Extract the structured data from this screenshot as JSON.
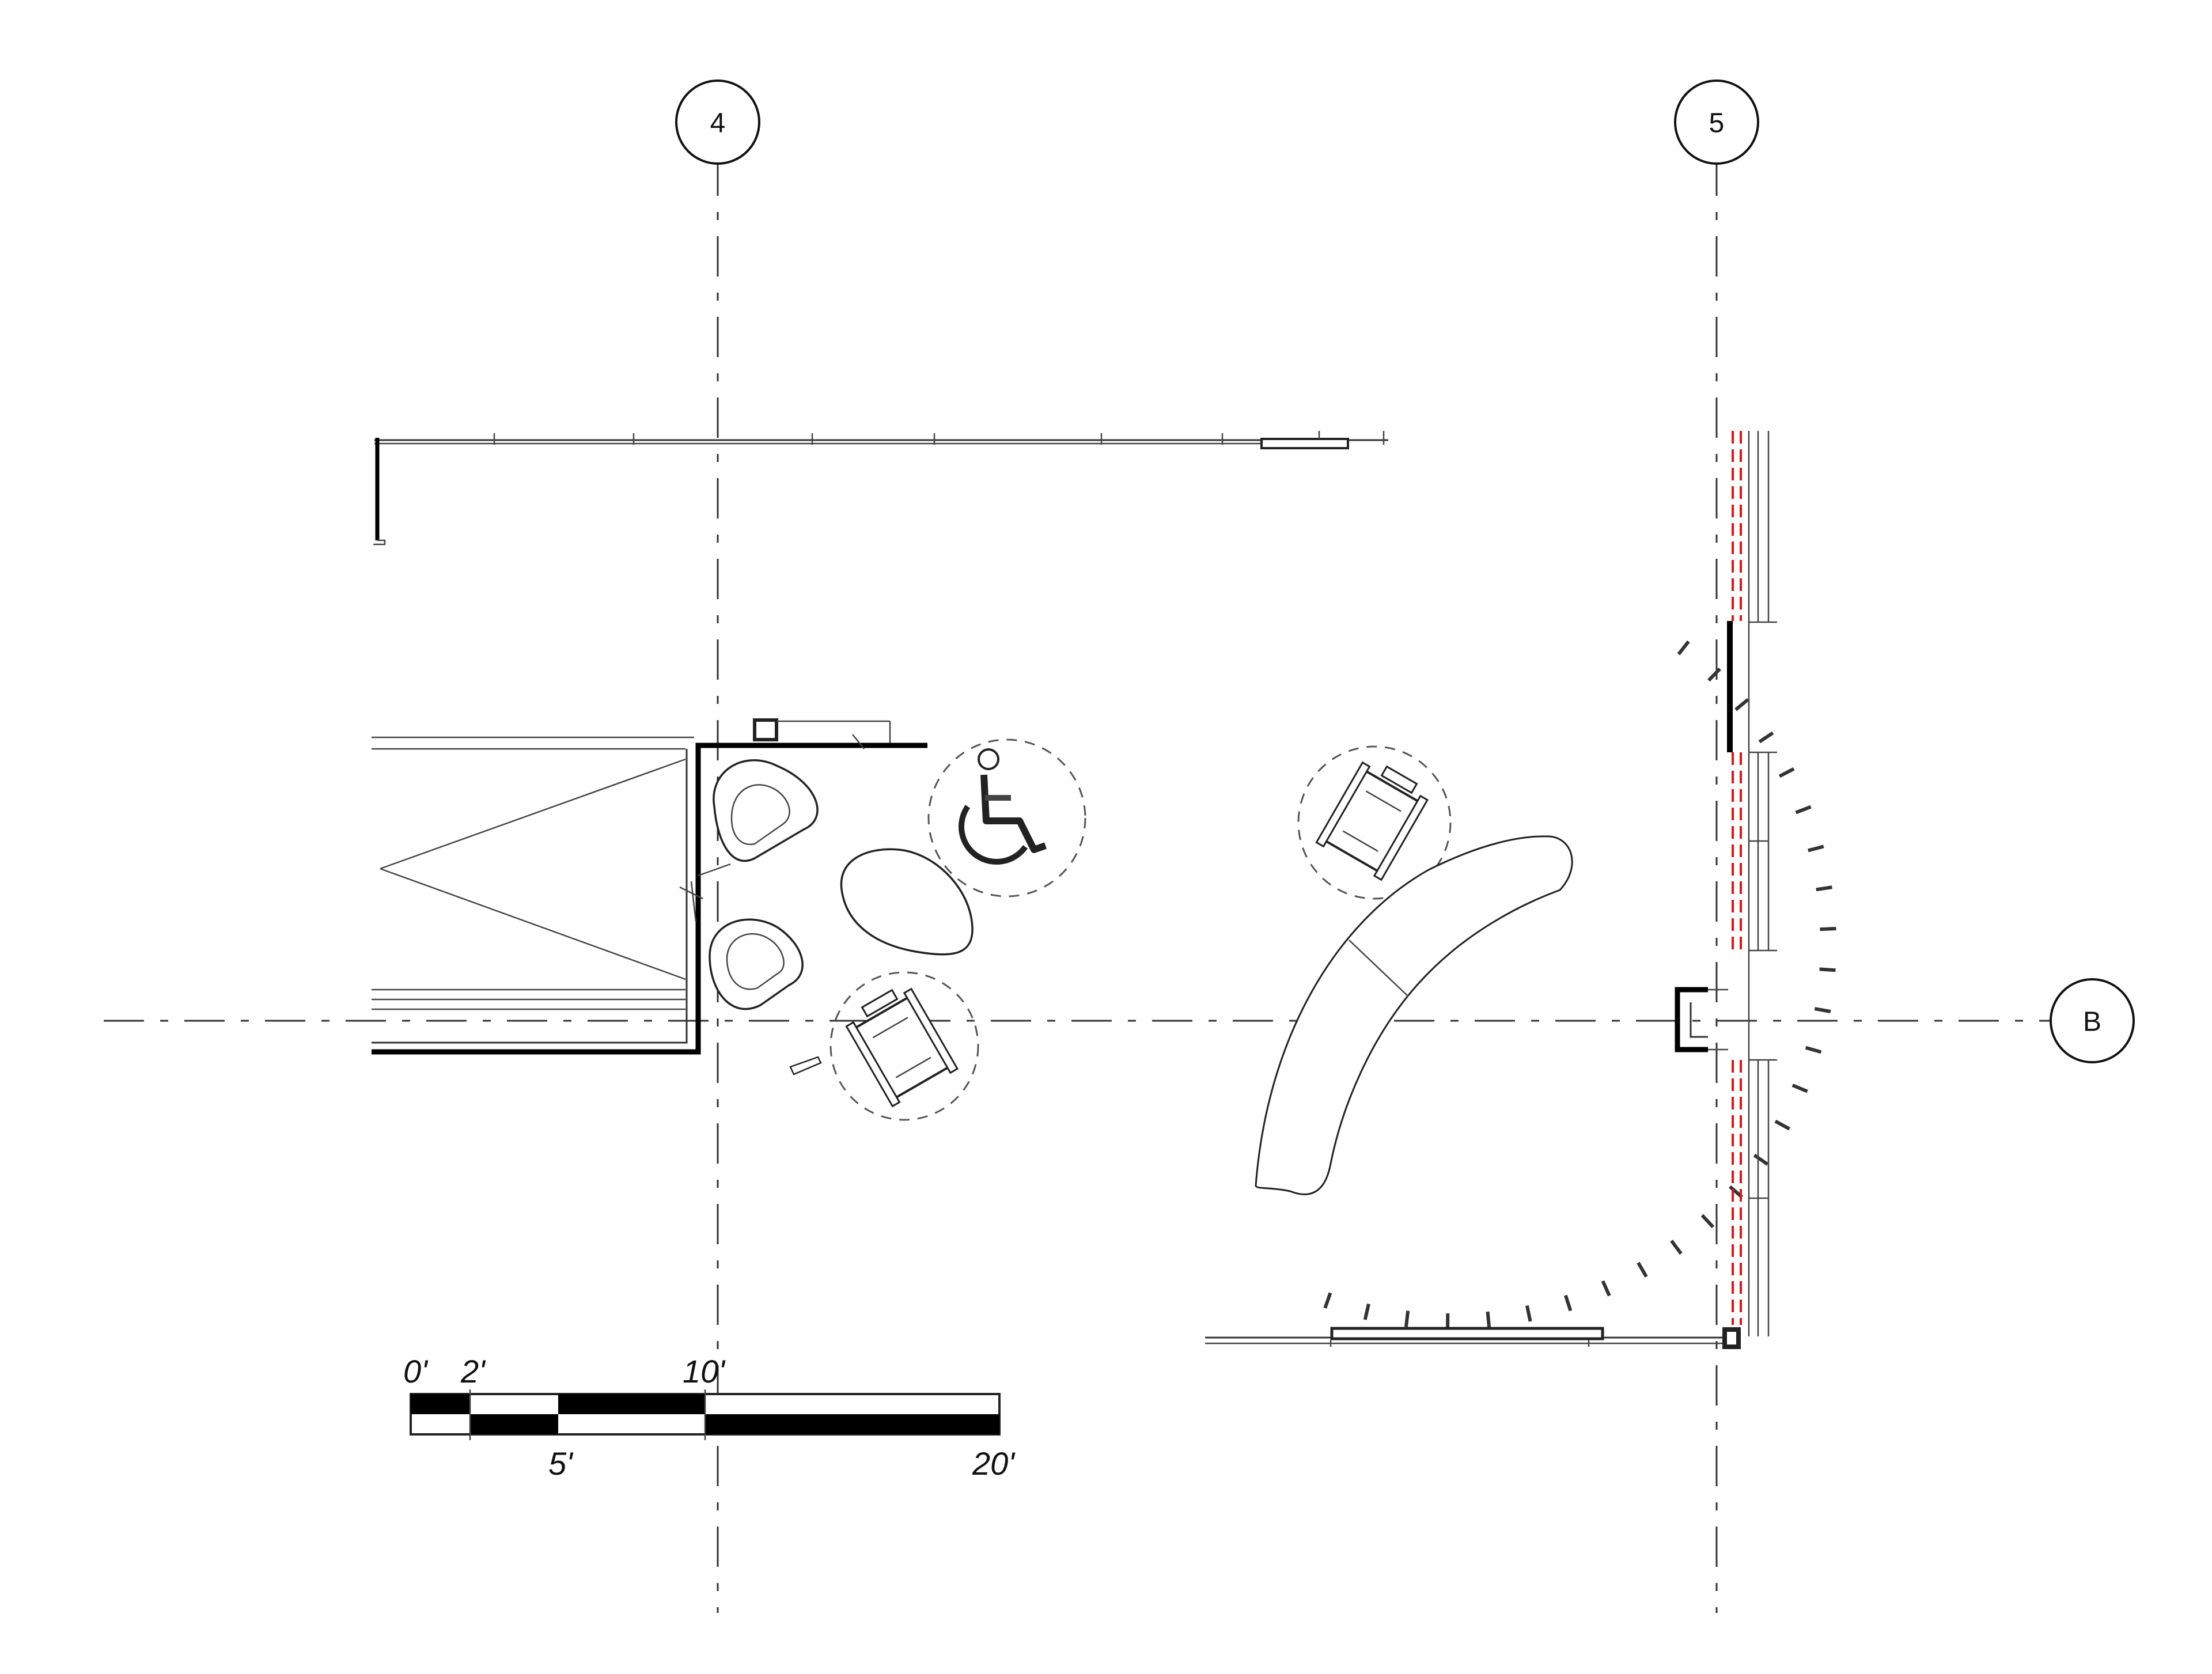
{
  "grid_labels": {
    "col_4": "4",
    "col_5": "5",
    "row_b": "B"
  },
  "scale_bar": {
    "labels": {
      "zero": "0'",
      "two": "2'",
      "five": "5'",
      "ten": "10'",
      "twenty": "20'"
    }
  },
  "colors": {
    "line": "#111111",
    "glazing_marker": "#e01515",
    "background": "#ffffff"
  },
  "symbols": {
    "accessibility": "wheelchair-accessibility-icon",
    "wheelchair_plan": "wheelchair-plan-icon"
  }
}
